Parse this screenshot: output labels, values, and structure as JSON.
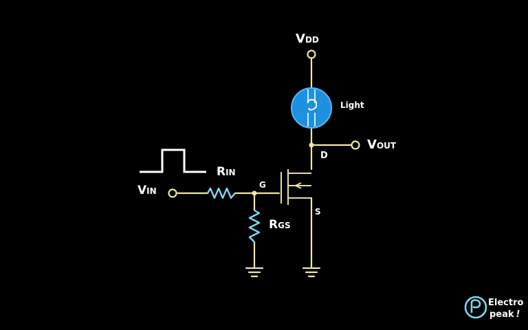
{
  "labels": {
    "vdd_main": "V",
    "vdd_sub": "DD",
    "light": "Light",
    "vout_main": "V",
    "vout_sub": "OUT",
    "drain": "D",
    "source": "S",
    "gate": "G",
    "rin_main": "R",
    "rin_sub": "IN",
    "rgs_main": "R",
    "rgs_sub": "GS",
    "vin_main": "V",
    "vin_sub": "IN"
  },
  "brand": {
    "line1": "Electro",
    "line2": "peak",
    "mark": "!"
  },
  "colors": {
    "background": "#000000",
    "wire": "#f2e9a6",
    "component": "#7fd8f0",
    "bulb": "#1e90e0",
    "label": "#ffffff"
  }
}
